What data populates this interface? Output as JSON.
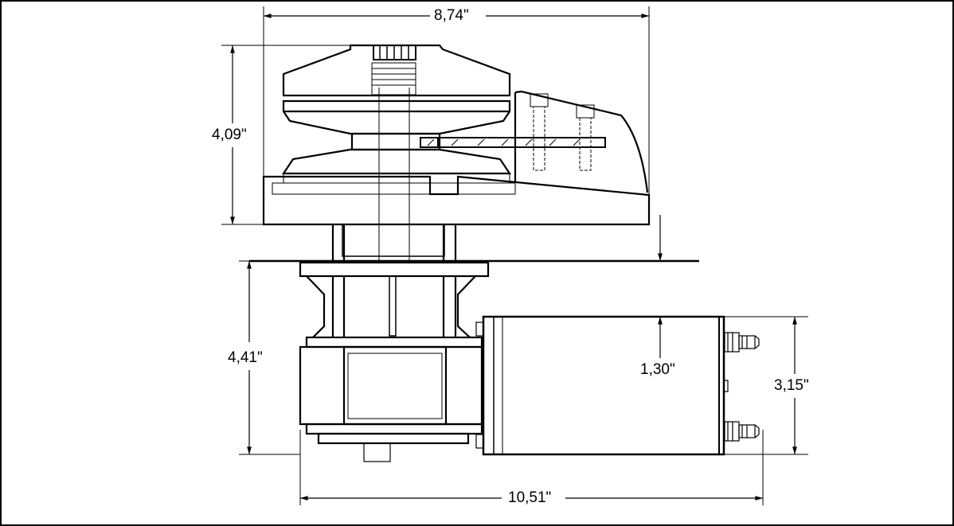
{
  "drawing": {
    "dimensions": {
      "overall_width": "8,74\"",
      "upper_height": "4,09\"",
      "lower_height": "4,41\"",
      "motor_offset": "1,30\"",
      "motor_height": "3,15\"",
      "overall_length": "10,51\""
    }
  }
}
